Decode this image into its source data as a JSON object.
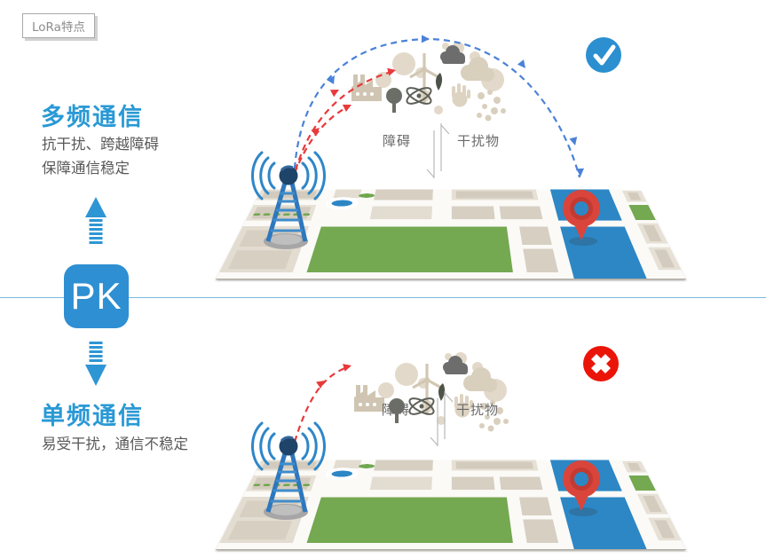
{
  "slide": {
    "tag_label": "LoRa特点",
    "pk_label": "PK"
  },
  "top_section": {
    "title": "多频通信",
    "desc_lines": [
      "抗干扰、跨越障碍",
      "保障通信稳定"
    ],
    "obstacle_label": "障碍",
    "interference_label": "干扰物",
    "result": "success"
  },
  "bottom_section": {
    "title": "单频通信",
    "desc_lines": [
      "易受干扰，通信不稳定"
    ],
    "obstacle_label": "障碍",
    "interference_label": "干扰物",
    "result": "failure"
  },
  "colors": {
    "accent_blue": "#2a99d5",
    "pk_blue": "#2e8fd2",
    "arc_blue": "#4a82d8",
    "arc_red": "#e8393b",
    "success_blue": "#2b8fd0",
    "error_red": "#ea1508",
    "map_green": "#74a851",
    "map_water": "#2d87c5",
    "map_block": "#d7cfc2",
    "pin_red": "#da453b",
    "text_gray": "#595959"
  }
}
